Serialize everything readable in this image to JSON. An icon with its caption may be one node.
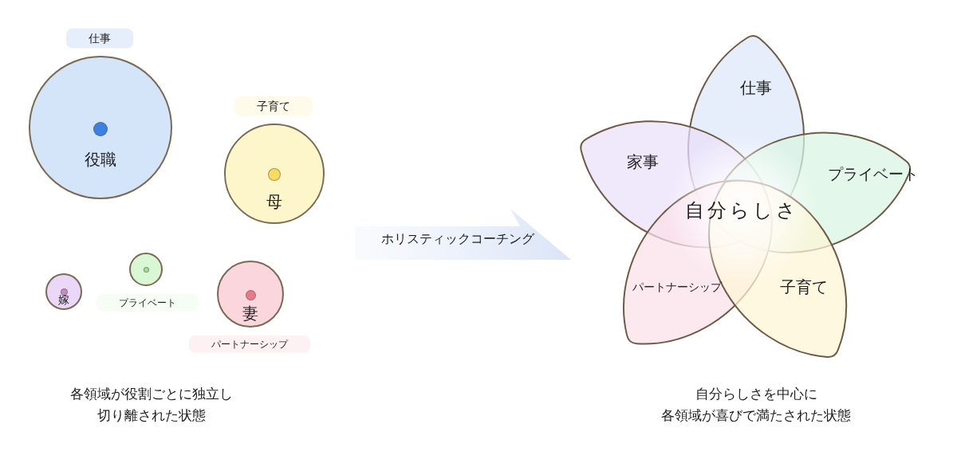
{
  "diagram": {
    "nodes": [
      {
        "text": [
          "役職"
        ],
        "beside": [
          "仕事"
        ]
      },
      {
        "text": [
          "母"
        ],
        "beside": [
          "子育て"
        ]
      },
      {
        "text": [
          "嫁"
        ]
      },
      {
        "text": [],
        "shape": "circle",
        "beside": [
          "プライベート"
        ]
      },
      {
        "text": [
          "妻"
        ],
        "beside": [
          "パートナーシップ"
        ]
      },
      {
        "text": [
          "ホリスティックコーチング"
        ]
      },
      {
        "text": [
          "仕事"
        ]
      },
      {
        "text": [
          "家事"
        ]
      },
      {
        "text": [
          "プライベート"
        ]
      },
      {
        "text": [
          "パートナーシップ"
        ]
      },
      {
        "text": [
          "子育て"
        ]
      }
    ],
    "labels": [
      "自分らしさ",
      "各領域が役割ごとに独立し切り離された状態",
      "自分らしさを中心に各領域が喜びで満たされた状態"
    ]
  }
}
